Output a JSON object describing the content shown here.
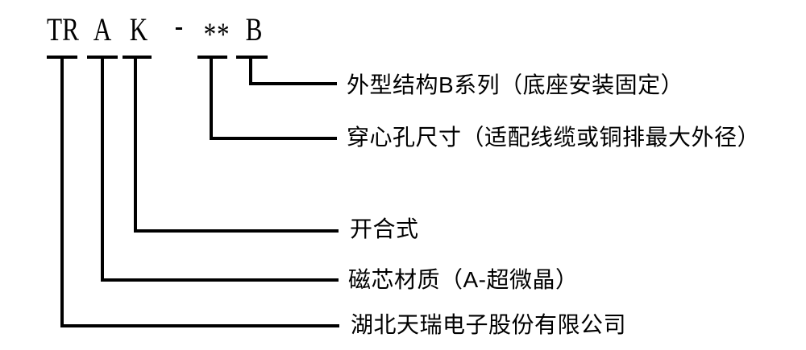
{
  "model_code": {
    "segments": [
      {
        "id": "manufacturer",
        "text": "TR"
      },
      {
        "id": "core-material",
        "text": "A"
      },
      {
        "id": "split-type",
        "text": "K"
      },
      {
        "id": "separator",
        "text": "-"
      },
      {
        "id": "aperture-size",
        "text": "**"
      },
      {
        "id": "structure-series",
        "text": "B"
      }
    ]
  },
  "legend": {
    "items": [
      {
        "code": "B",
        "label": "外型结构B系列（底座安装固定）"
      },
      {
        "code": "**",
        "label": "穿心孔尺寸（适配线缆或铜排最大外径）"
      },
      {
        "code": "K",
        "label": "开合式"
      },
      {
        "code": "A",
        "label": "磁芯材质（A-超微晶）"
      },
      {
        "code": "TR",
        "label": "湖北天瑞电子股份有限公司"
      }
    ]
  },
  "colors": {
    "background": "#ffffff",
    "line": "#000000",
    "text": "#000000"
  }
}
